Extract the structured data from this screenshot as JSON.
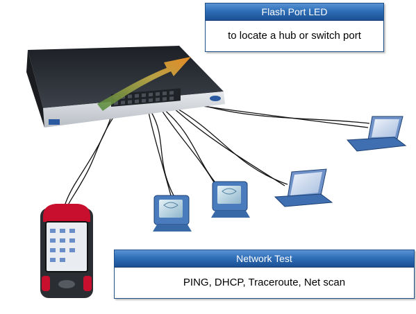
{
  "flash_port": {
    "title": "Flash Port LED",
    "description": "to locate a hub or switch port"
  },
  "network_test": {
    "title": "Network Test",
    "description": "PING, DHCP, Traceroute, Net scan"
  },
  "colors": {
    "header_blue": "#2f6fb8",
    "switch_body": "#2b2f36",
    "laptop_blue": "#3f6fb0",
    "monitor_blue": "#4f7fc0",
    "tester_red": "#c8102e",
    "arrow_orange": "#e08a2a",
    "arrow_green": "#4f8f3a"
  },
  "devices": [
    "switch",
    "handheld-tester",
    "monitor",
    "monitor",
    "laptop",
    "laptop"
  ]
}
